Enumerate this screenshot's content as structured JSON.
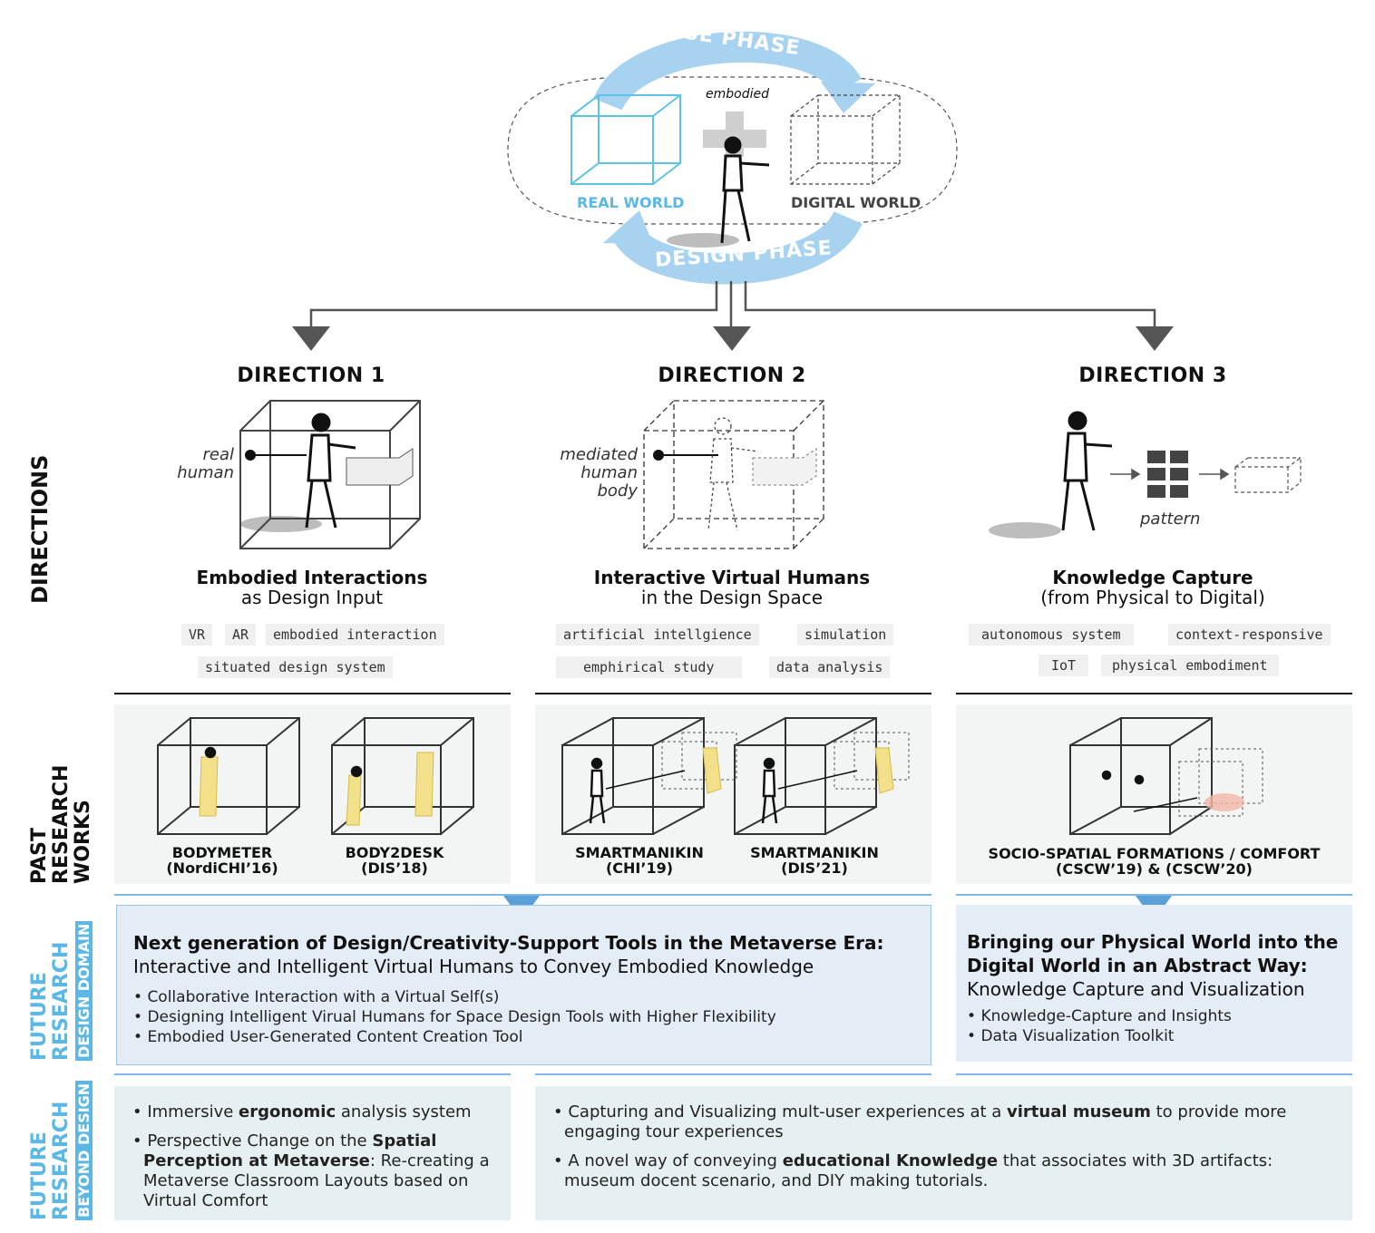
{
  "cycle": {
    "use_phase": "USE PHASE",
    "design_phase": "DESIGN PHASE",
    "embodied": "embodied",
    "real_world": "REAL WORLD",
    "digital_world": "DIGITAL WORLD"
  },
  "directions": [
    {
      "title": "DIRECTION 1",
      "annotation_line1": "real",
      "annotation_line2": "human",
      "subtitle": "Embodied Interactions",
      "subtitle2": "as Design Input",
      "tags": [
        "VR",
        "AR",
        "embodied interaction",
        "situated design system"
      ]
    },
    {
      "title": "DIRECTION 2",
      "annotation_line1": "mediated",
      "annotation_line2": "human",
      "annotation_line3": "body",
      "subtitle": "Interactive Virtual Humans",
      "subtitle2": "in the Design Space",
      "tags": [
        "artificial intellgience",
        "simulation",
        "emphirical study",
        "data analysis"
      ]
    },
    {
      "title": "DIRECTION 3",
      "annotation_line1": "pattern",
      "subtitle": "Knowledge Capture",
      "subtitle2": "(from Physical to Digital)",
      "tags": [
        "autonomous system",
        "context-responsive",
        "IoT",
        "physical embodiment"
      ]
    }
  ],
  "side_labels": {
    "directions": "DIRECTIONS",
    "past1": "PAST",
    "past2": "RESEARCH",
    "past3": "WORKS",
    "fut1": "FUTURE",
    "fut2": "RESEARCH",
    "fut_domain": "DESIGN DOMAIN",
    "fut_beyond": "BEYOND DESIGN"
  },
  "past_works": [
    {
      "name": "BODYMETER",
      "venue": "(NordiCHI’16)"
    },
    {
      "name": "BODY2DESK",
      "venue": "(DIS’18)"
    },
    {
      "name": "SMARTMANIKIN",
      "venue": "(CHI’19)"
    },
    {
      "name": "SMARTMANIKIN",
      "venue": "(DIS’21)"
    },
    {
      "name": "SOCIO-SPATIAL FORMATIONS / COMFORT",
      "venue": "(CSCW’19) &  (CSCW’20)"
    }
  ],
  "future_design": {
    "left": {
      "title": "Next generation of Design/Creativity-Support Tools in the Metaverse Era:",
      "subtitle": "Interactive and Intelligent Virtual Humans to Convey Embodied Knowledge",
      "items": [
        "Collaborative Interaction with a Virtual Self(s)",
        "Designing Intelligent Virual Humans for Space Design Tools with Higher Flexibility",
        "Embodied User-Generated Content Creation Tool"
      ]
    },
    "right": {
      "title1": "Bringing our Physical World into the",
      "title2": "Digital World in an Abstract Way:",
      "subtitle": "Knowledge Capture and Visualization",
      "items": [
        "Knowledge-Capture and Insights",
        "Data Visualization Toolkit"
      ]
    }
  },
  "future_beyond": {
    "left": {
      "i1_pre": "Immersive ",
      "i1_bold": "ergonomic",
      "i1_post": " analysis system",
      "i2_pre": "Perspective Change on the ",
      "i2_bold": "Spatial Perception at Metaverse",
      "i2_post": ": Re-creating a Metaverse Classroom Layouts based on Virtual Comfort"
    },
    "right": {
      "i1_pre": "Capturing and Visualizing mult-user experiences at a ",
      "i1_bold": "virtual museum",
      "i1_post": " to provide more engaging tour experiences",
      "i2_pre": "A novel way of conveying ",
      "i2_bold": "educational Knowledge",
      "i2_post": " that associates with 3D artifacts: museum docent scenario, and DIY making tutorials."
    }
  },
  "colors": {
    "blue_light": "#a8d3f0",
    "blue_text": "#5bb8e6",
    "panel_bg": "#f3f4f4",
    "future_bg": "#e4ecf6",
    "beyond_bg": "#e6f0f2",
    "arrow_gray": "#555555"
  }
}
